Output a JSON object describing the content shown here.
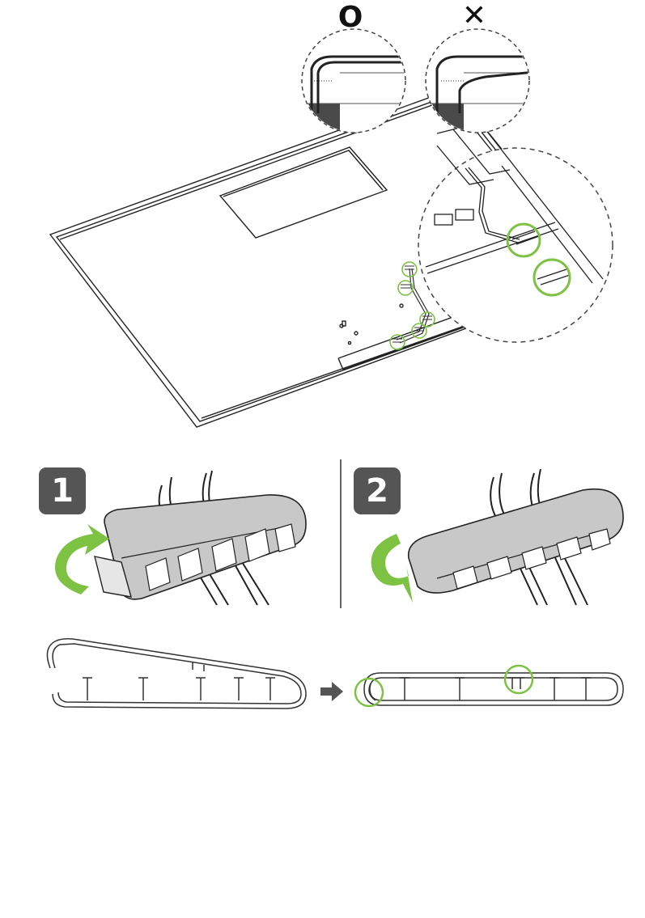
{
  "colors": {
    "accent": "#7dc242",
    "badge": "#555555",
    "line": "#222222",
    "clip_fill": "#c8c8c8"
  },
  "marks": {
    "correct": "O",
    "incorrect": "✕"
  },
  "steps": [
    {
      "label": "1"
    },
    {
      "label": "2"
    }
  ],
  "icons": {
    "arrow": "arrow-right-icon",
    "rotate": "rotate-arrow-icon"
  }
}
